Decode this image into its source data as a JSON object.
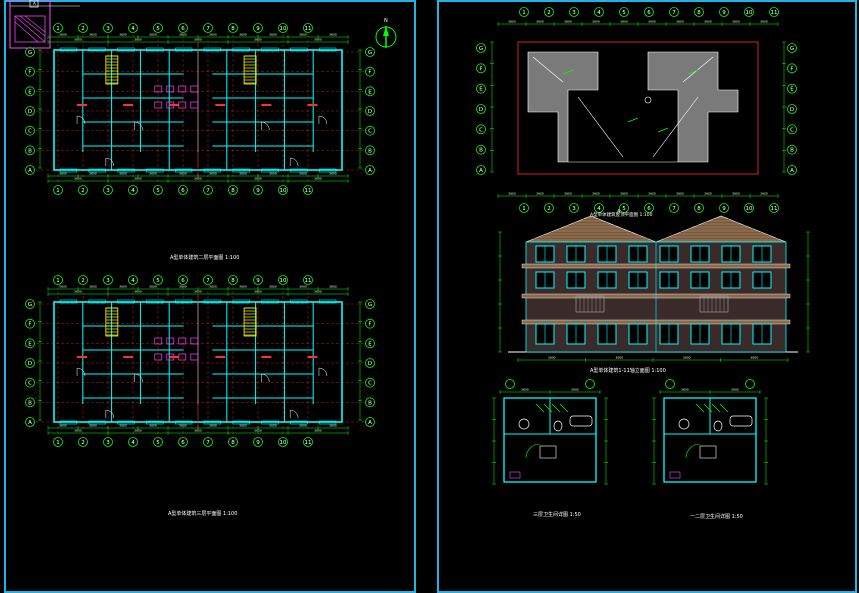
{
  "title_block": {
    "label": "A"
  },
  "left_sheet": {
    "plan_one": {
      "caption": "A型单体建筑二层平面图 1:100",
      "axis_top": [
        "1",
        "2",
        "3",
        "4",
        "5",
        "6",
        "7",
        "8",
        "9",
        "10",
        "11"
      ],
      "axis_bottom": [
        "1",
        "2",
        "3",
        "4",
        "5",
        "6",
        "7",
        "8",
        "9",
        "10",
        "11"
      ],
      "axis_side": [
        "G",
        "F",
        "E",
        "D",
        "C",
        "B",
        "A"
      ]
    },
    "plan_two": {
      "caption": "A型单体建筑三层平面图 1:100",
      "axis_top": [
        "1",
        "2",
        "3",
        "4",
        "5",
        "6",
        "7",
        "8",
        "9",
        "10",
        "11"
      ],
      "axis_bottom": [
        "1",
        "2",
        "3",
        "4",
        "5",
        "6",
        "7",
        "8",
        "9",
        "10",
        "11"
      ],
      "axis_side": [
        "G",
        "F",
        "E",
        "D",
        "C",
        "B",
        "A"
      ]
    }
  },
  "right_sheet": {
    "roof_plan": {
      "caption": "A型单体建筑屋顶平面图 1:100",
      "axis_top": [
        "1",
        "2",
        "3",
        "4",
        "5",
        "6",
        "7",
        "8",
        "9",
        "10",
        "11"
      ],
      "axis_bottom": [
        "1",
        "2",
        "3",
        "4",
        "5",
        "6",
        "7",
        "8",
        "9",
        "10",
        "11"
      ],
      "axis_side": [
        "G",
        "F",
        "E",
        "D",
        "C",
        "B",
        "A"
      ]
    },
    "elevation": {
      "caption": "A型单体建筑1-11轴立面图 1:100",
      "label_mark": "A"
    },
    "detail_one": {
      "caption": "三层卫生间详图 1:50"
    },
    "detail_two": {
      "caption": "一二层卫生间详图 1:50"
    }
  },
  "colors": {
    "frame": "#1fb4e6",
    "wall": "#00ffff",
    "dim": "#00ff00",
    "axis_red": "#ff3030",
    "stairs": "#ffff00",
    "fixture": "#ff44ff",
    "roof": "#7a7a7a",
    "roof_tile": "#8a6a4a"
  }
}
